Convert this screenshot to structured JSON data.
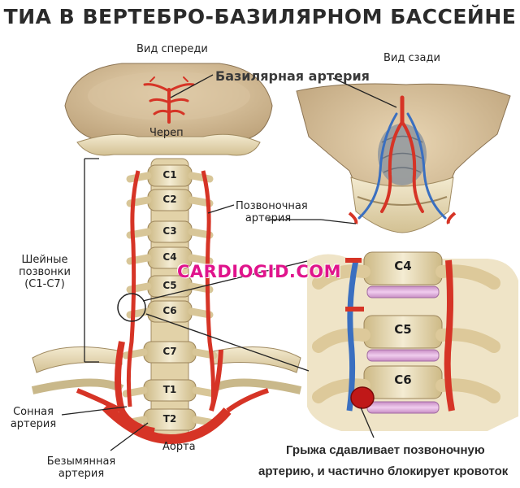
{
  "title": "ТИА В ВЕРТЕБРО-БАЗИЛЯРНОМ БАССЕЙНЕ",
  "views": {
    "front": "Вид спереди",
    "back": "Вид сзади"
  },
  "labels": {
    "basilar_artery": "Базилярная артерия",
    "skull": "Череп",
    "vertebral_artery_line1": "Позвоночная",
    "vertebral_artery_line2": "артерия",
    "cervical_line1": "Шейные",
    "cervical_line2": "позвонки",
    "cervical_line3": "(С1-С7)",
    "carotid_line1": "Сонная",
    "carotid_line2": "артерия",
    "aorta": "Аорта",
    "innominate_line1": "Безымянная",
    "innominate_line2": "артерия"
  },
  "vertebrae_front": [
    "C1",
    "C2",
    "C3",
    "C4",
    "C5",
    "C6",
    "C7",
    "T1",
    "T2"
  ],
  "vertebrae_zoom": [
    "C4",
    "C5",
    "C6"
  ],
  "watermark": "CARDIOGID.COM",
  "caption": {
    "line1": "Грыжа сдавливает позвоночную",
    "line2": "артерию, и частично блокирует кровоток"
  },
  "colors": {
    "bone": "#e8dcb8",
    "bone_shadow": "#c9b88a",
    "artery": "#d93a2b",
    "vein": "#3a6fc0",
    "disc": "#d9a6d6",
    "watermark": "#e0148c"
  }
}
